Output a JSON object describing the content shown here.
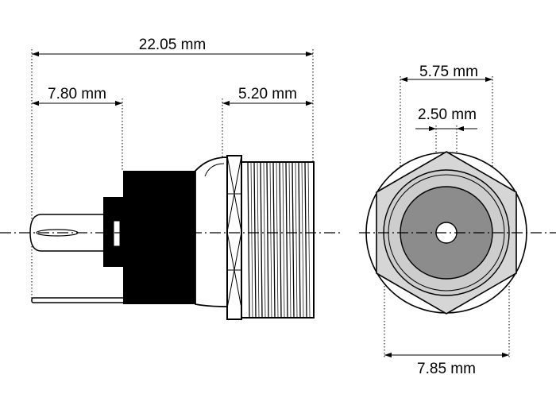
{
  "dimensions": {
    "overall_length": "22.05 mm",
    "pin_length": "7.80 mm",
    "thread_length": "5.20 mm",
    "body_diameter": "5.75 mm",
    "pin_diameter": "2.50 mm",
    "hex_width": "7.85 mm"
  },
  "colors": {
    "body": "#000000",
    "hex_fill": "#d6d6d6",
    "ring_fill": "#cbcbcb",
    "insert_fill": "#8c8c8c",
    "line": "#000000"
  }
}
